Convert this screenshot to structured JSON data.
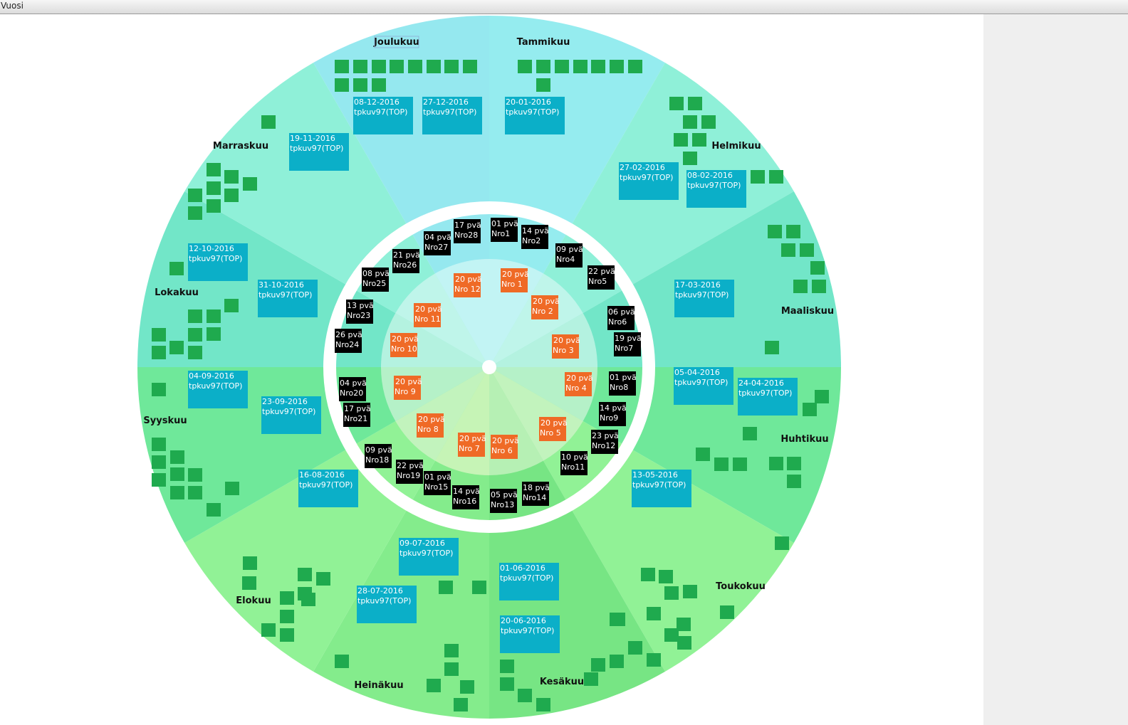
{
  "window": {
    "title": "Vuosi"
  },
  "colors": {
    "event_box": "#0bafc8",
    "marker": "#1faa4e",
    "week_box": "#000000",
    "period_box": "#ef6a26",
    "ring": "#ffffff"
  },
  "months": [
    {
      "name": "Tammikuu",
      "color": "#95ecef",
      "events": [
        {
          "date": "20-01-2016",
          "label": "tpkuv97(TOP)"
        }
      ],
      "markers": 8
    },
    {
      "name": "Helmikuu",
      "color": "#8ff0d8",
      "events": [
        {
          "date": "27-02-2016",
          "label": "tpkuv97(TOP)"
        },
        {
          "date": "08-02-2016",
          "label": "tpkuv97(TOP)"
        }
      ],
      "markers": 9
    },
    {
      "name": "Maaliskuu",
      "color": "#72e6c8",
      "events": [
        {
          "date": "17-03-2016",
          "label": "tpkuv97(TOP)"
        }
      ],
      "markers": 9
    },
    {
      "name": "Huhtikuu",
      "color": "#6fe89a",
      "events": [
        {
          "date": "05-04-2016",
          "label": "tpkuv97(TOP)"
        },
        {
          "date": "24-04-2016",
          "label": "tpkuv97(TOP)"
        }
      ],
      "markers": 9
    },
    {
      "name": "Toukokuu",
      "color": "#91f296",
      "events": [
        {
          "date": "13-05-2016",
          "label": "tpkuv97(TOP)"
        }
      ],
      "markers": 11
    },
    {
      "name": "Kesäkuu",
      "color": "#77e584",
      "events": [
        {
          "date": "01-06-2016",
          "label": "tpkuv97(TOP)"
        },
        {
          "date": "20-06-2016",
          "label": "tpkuv97(TOP)"
        }
      ],
      "markers": 10
    },
    {
      "name": "Heinäkuu",
      "color": "#84ec8c",
      "events": [
        {
          "date": "09-07-2016",
          "label": "tpkuv97(TOP)"
        },
        {
          "date": "28-07-2016",
          "label": "tpkuv97(TOP)"
        }
      ],
      "markers": 8
    },
    {
      "name": "Elokuu",
      "color": "#91f296",
      "events": [
        {
          "date": "16-08-2016",
          "label": "tpkuv97(TOP)"
        }
      ],
      "markers": 11
    },
    {
      "name": "Syyskuu",
      "color": "#6fe89a",
      "events": [
        {
          "date": "04-09-2016",
          "label": "tpkuv97(TOP)"
        },
        {
          "date": "23-09-2016",
          "label": "tpkuv97(TOP)"
        }
      ],
      "markers": 11
    },
    {
      "name": "Lokakuu",
      "color": "#72e6c8",
      "events": [
        {
          "date": "12-10-2016",
          "label": "tpkuv97(TOP)"
        },
        {
          "date": "31-10-2016",
          "label": "tpkuv97(TOP)"
        }
      ],
      "markers": 10
    },
    {
      "name": "Marraskuu",
      "color": "#8ff0d8",
      "events": [
        {
          "date": "19-11-2016",
          "label": "tpkuv97(TOP)"
        }
      ],
      "markers": 9
    },
    {
      "name": "Joulukuu",
      "color": "#95e8ef",
      "events": [
        {
          "date": "08-12-2016",
          "label": "tpkuv97(TOP)"
        },
        {
          "date": "27-12-2016",
          "label": "tpkuv97(TOP)"
        }
      ],
      "markers": 11
    }
  ],
  "inner_colors": [
    "#c2f4f4",
    "#bff5ea",
    "#b4f2e0",
    "#b5f1c8",
    "#c2f3bd",
    "#b6f0b4",
    "#c6f4b6",
    "#c2f3bd",
    "#b5f1c8",
    "#b4f2e0",
    "#bff5ea",
    "#c2f4f4"
  ],
  "weeks": [
    {
      "days": "01 pvä",
      "nro": "Nro1"
    },
    {
      "days": "14 pvä",
      "nro": "Nro2"
    },
    {
      "days": "09 pvä",
      "nro": "Nro4"
    },
    {
      "days": "22 pvä",
      "nro": "Nro5"
    },
    {
      "days": "06 pvä",
      "nro": "Nro6"
    },
    {
      "days": "19 pvä",
      "nro": "Nro7"
    },
    {
      "days": "01 pvä",
      "nro": "Nro8"
    },
    {
      "days": "14 pvä",
      "nro": "Nro9"
    },
    {
      "days": "23 pvä",
      "nro": "Nro12"
    },
    {
      "days": "10 pvä",
      "nro": "Nro11"
    },
    {
      "days": "18 pvä",
      "nro": "Nro14"
    },
    {
      "days": "05 pvä",
      "nro": "Nro13"
    },
    {
      "days": "14 pvä",
      "nro": "Nro16"
    },
    {
      "days": "01 pvä",
      "nro": "Nro15"
    },
    {
      "days": "22 pvä",
      "nro": "Nro19"
    },
    {
      "days": "09 pvä",
      "nro": "Nro18"
    },
    {
      "days": "17 pvä",
      "nro": "Nro21"
    },
    {
      "days": "04 pvä",
      "nro": "Nro20"
    },
    {
      "days": "26 pvä",
      "nro": "Nro24"
    },
    {
      "days": "13 pvä",
      "nro": "Nro23"
    },
    {
      "days": "08 pvä",
      "nro": "Nro25"
    },
    {
      "days": "21 pvä",
      "nro": "Nro26"
    },
    {
      "days": "04 pvä",
      "nro": "Nro27"
    },
    {
      "days": "17 pvä",
      "nro": "Nro28"
    }
  ],
  "periods": [
    {
      "days": "20 pvä",
      "nro": "Nro 1"
    },
    {
      "days": "20 pvä",
      "nro": "Nro 2"
    },
    {
      "days": "20 pvä",
      "nro": "Nro 3"
    },
    {
      "days": "20 pvä",
      "nro": "Nro 4"
    },
    {
      "days": "20 pvä",
      "nro": "Nro 5"
    },
    {
      "days": "20 pvä",
      "nro": "Nro 6"
    },
    {
      "days": "20 pvä",
      "nro": "Nro 7"
    },
    {
      "days": "20 pvä",
      "nro": "Nro 8"
    },
    {
      "days": "20 pvä",
      "nro": "Nro 9"
    },
    {
      "days": "20 pvä",
      "nro": "Nro 10"
    },
    {
      "days": "20 pvä",
      "nro": "Nro 11"
    },
    {
      "days": "20 pvä",
      "nro": "Nro 12"
    }
  ]
}
